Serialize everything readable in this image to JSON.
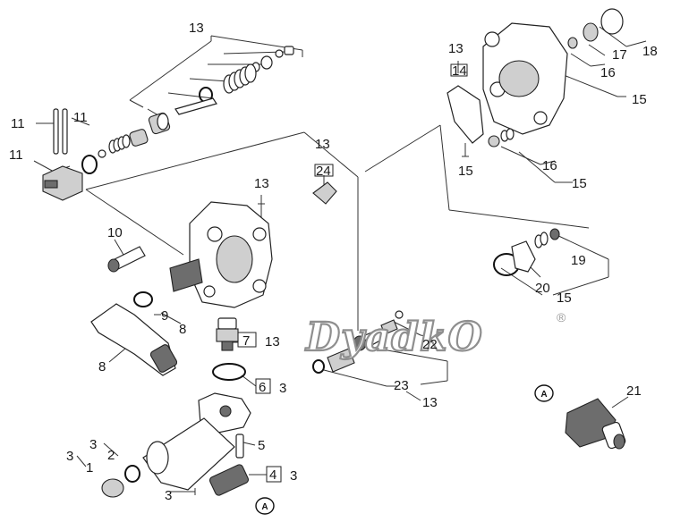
{
  "diagram": {
    "watermark": {
      "text": "DyadkO",
      "registered": "®"
    },
    "labels": {
      "top_13": "13",
      "l11a": "11",
      "l11b": "11",
      "l11c": "11",
      "l13_mid": "13",
      "l13_center": "13",
      "l24": "24",
      "l10": "10",
      "l9": "9",
      "l8a": "8",
      "l8b": "8",
      "l7": "7",
      "l13_7": "13",
      "l6": "6",
      "l3_6": "3",
      "l5": "5",
      "l4": "4",
      "l3_4": "3",
      "l3_left": "3",
      "l1": "1",
      "l2": "2",
      "l3_2": "3",
      "l3_bottom": "3",
      "l13_right": "13",
      "l14": "14",
      "l15_gasket": "15",
      "l18": "18",
      "l17": "17",
      "l16a": "16",
      "l15a": "15",
      "l16b": "16",
      "l15b": "15",
      "l19": "19",
      "l20": "20",
      "l15c": "15",
      "l22": "22",
      "l23": "23",
      "l13_23": "13",
      "l21": "21",
      "conn_a1": "A",
      "conn_a2": "A"
    }
  }
}
